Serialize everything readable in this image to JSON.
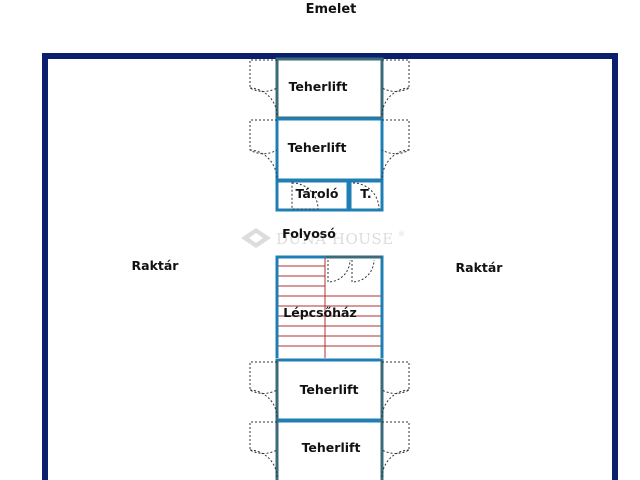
{
  "plan": {
    "title": "Emelet",
    "rooms": {
      "raktar_left": "Raktár",
      "raktar_right": "Raktár",
      "teherlift_1": "Teherlift",
      "teherlift_2": "Teherlift",
      "taroló": "Tároló",
      "t_small": "T.",
      "folyoso": "Folyosó",
      "lepcsohaz": "Lépcsőház",
      "teherlift_3": "Teherlift",
      "teherlift_4": "Teherlift"
    },
    "watermark": "DUNA HOUSE",
    "colors": {
      "outer_wall": "#0a1f6e",
      "inner_wall": "#1f7fb5",
      "lift_wall": "#3a6b7a",
      "stair_line": "#b03030",
      "door_arc": "#333333",
      "watermark": "#d9d9d9"
    }
  }
}
